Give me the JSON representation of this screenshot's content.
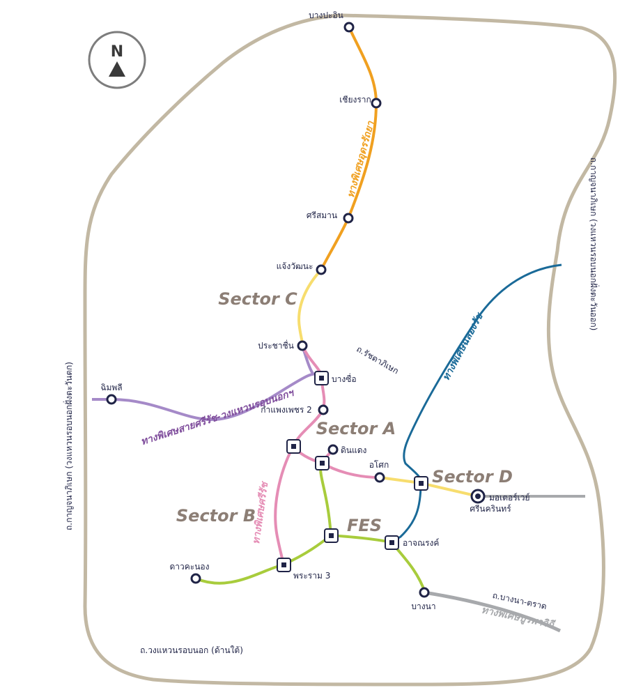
{
  "compass": {
    "letter": "N",
    "icon": "north-arrow-icon"
  },
  "colors": {
    "ring_road": "#c2b8a3",
    "udon_ratthaya": "#f0a020",
    "sector_c_yellow": "#f7dd6e",
    "purple": "#a58ac8",
    "pink": "#e58db5",
    "green": "#a8cc3c",
    "blue": "#1a6a98",
    "grey": "#a7a9ac",
    "station": "#1f2346",
    "sector_text": "#8c7e75"
  },
  "stations": {
    "bang_pa_in": "บางปะอิน",
    "chiang_rak": "เชียงราก",
    "si_saman": "ศรีสมาน",
    "chaeng_watthana": "แจ้งวัฒนะ",
    "prachachuen": "ประชาชื่น",
    "bang_sue": "บางซื่อ",
    "chimphli": "ฉิมพลี",
    "kamphaeng_phet_2": "กำแพงเพชร 2",
    "din_daeng": "ดินแดง",
    "asok": "อโศก",
    "motorway": "มอเตอร์เวย์",
    "srinakharin": "ศรีนครินทร์",
    "at_narong": "อาจณรงค์",
    "bang_na": "บางนา",
    "rama_3": "พระราม 3",
    "dao_khanong": "ดาวคะนอง"
  },
  "roads": {
    "ratchadaphisek": "ถ.รัชดาภิเษก",
    "outer_ring_west": "ถ.กาญจนาภิเษก (วงแหวนรอบนอกฝั่งตะวันตก)",
    "outer_ring_east": "ถ.กาญจนาภิเษก (วงแหวนรอบนอกฝั่งตะวันออก)",
    "outer_ring_south": "ถ.วงแหวนรอบนอก (ด้านใต้)",
    "bang_na_trat": "ถ.บางนา-ตราด"
  },
  "routes": {
    "udon_ratthaya": "ทางพิเศษอุดรรัถยา",
    "si_rat_outer_ring": "ทางพิเศษสายศรีรัช-วงแหวนรอบนอกฯ",
    "si_rat": "ทางพิเศษศรีรัช",
    "chalong_rat": "ทางพิเศษฉลองรัช",
    "burapha_withi": "ทางพิเศษบูรพาวิถี"
  },
  "sectors": {
    "a": "Sector A",
    "b": "Sector B",
    "c": "Sector C",
    "d": "Sector D",
    "fes": "FES"
  }
}
